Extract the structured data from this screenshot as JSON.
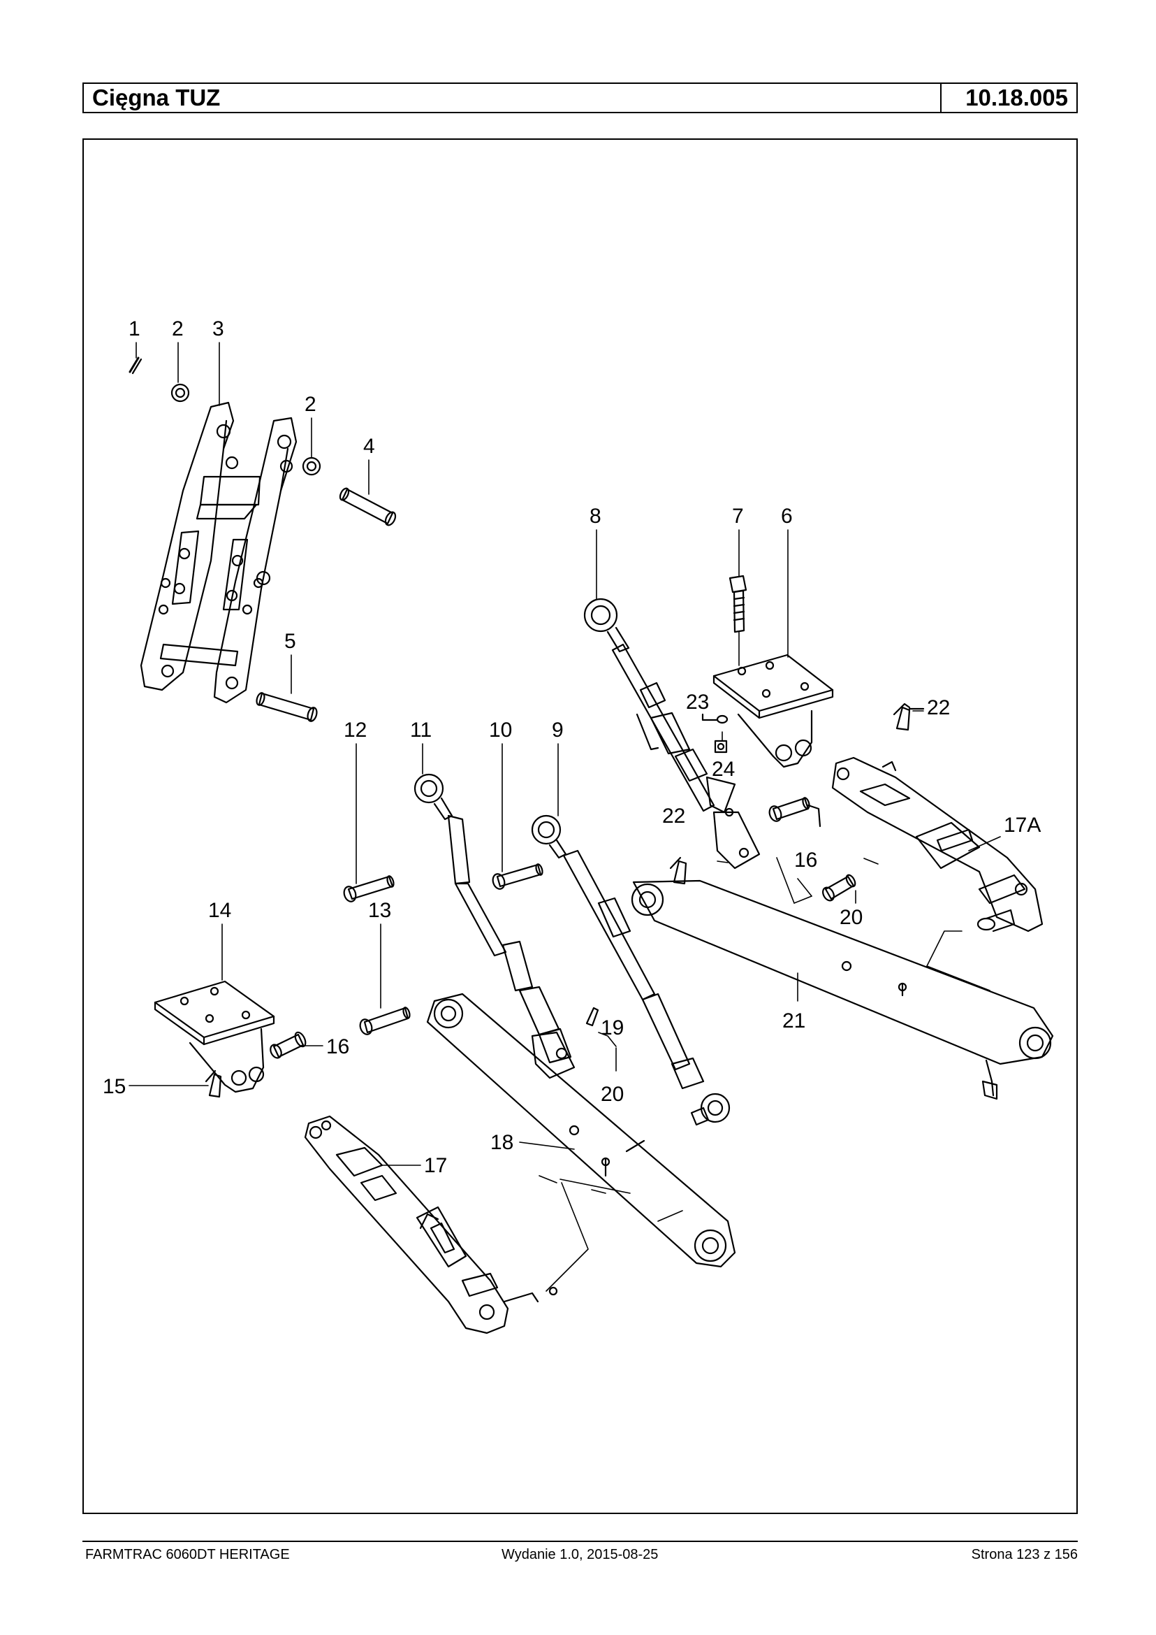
{
  "header": {
    "title": "Cięgna TUZ",
    "code": "10.18.005"
  },
  "diagram": {
    "callouts": [
      "1",
      "2",
      "3",
      "2",
      "4",
      "5",
      "8",
      "7",
      "6",
      "23",
      "22",
      "24",
      "12",
      "11",
      "10",
      "9",
      "22",
      "17A",
      "16",
      "20",
      "14",
      "13",
      "21",
      "19",
      "16",
      "15",
      "20",
      "18",
      "17"
    ]
  },
  "footer": {
    "left": "FARMTRAC 6060DT HERITAGE",
    "center": "Wydanie 1.0,  2015-08-25",
    "right": "Strona 123 z 156"
  }
}
